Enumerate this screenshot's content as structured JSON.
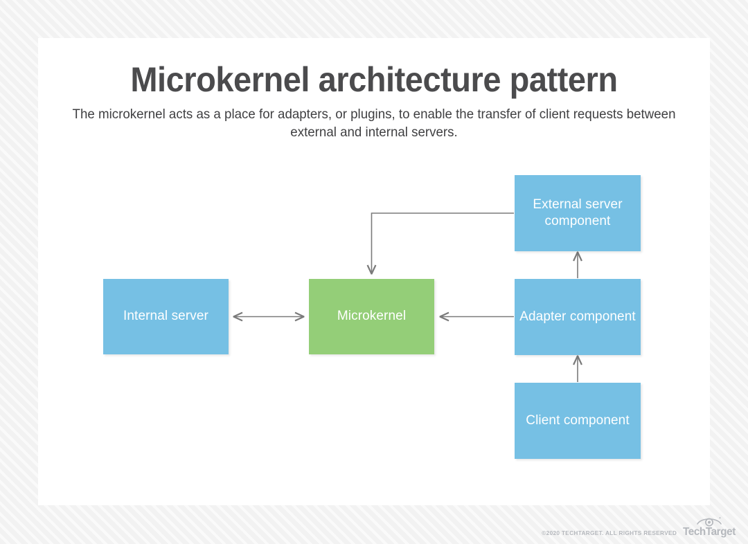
{
  "header": {
    "title": "Microkernel architecture pattern",
    "subtitle": "The microkernel acts as a place for adapters, or plugins, to enable the transfer of client requests between external and internal servers."
  },
  "diagram": {
    "type": "block-diagram",
    "nodes": [
      {
        "id": "internal-server",
        "label": "Internal server",
        "color": "#76c0e4",
        "role": "internal"
      },
      {
        "id": "microkernel",
        "label": "Microkernel",
        "color": "#94ce78",
        "role": "kernel"
      },
      {
        "id": "external-server",
        "label": "External server component",
        "color": "#76c0e4",
        "role": "external"
      },
      {
        "id": "adapter",
        "label": "Adapter component",
        "color": "#76c0e4",
        "role": "adapter"
      },
      {
        "id": "client",
        "label": "Client component",
        "color": "#76c0e4",
        "role": "client"
      }
    ],
    "edges": [
      {
        "id": "edge-internal-microkernel",
        "from": "internal-server",
        "to": "microkernel",
        "style": "bidirectional",
        "shape": "straight"
      },
      {
        "id": "edge-adapter-microkernel",
        "from": "adapter",
        "to": "microkernel",
        "style": "directional",
        "shape": "straight"
      },
      {
        "id": "edge-external-microkernel",
        "from": "external-server",
        "to": "microkernel",
        "style": "directional",
        "shape": "elbow"
      },
      {
        "id": "edge-adapter-external",
        "from": "adapter",
        "to": "external-server",
        "style": "directional",
        "shape": "straight"
      },
      {
        "id": "edge-client-adapter",
        "from": "client",
        "to": "adapter",
        "style": "directional",
        "shape": "straight"
      }
    ],
    "line_color": "#7a7a7a"
  },
  "footer": {
    "copyright": "©2020 TECHTARGET. ALL RIGHTS RESERVED",
    "brand": "TechTarget",
    "brand_icon": "eye-icon"
  }
}
